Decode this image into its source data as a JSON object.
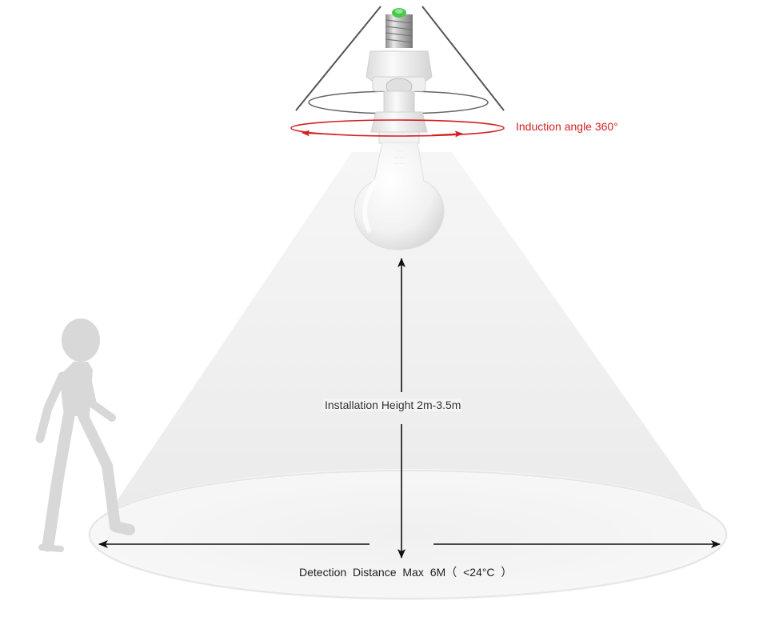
{
  "labels": {
    "induction_angle": "Induction angle 360°",
    "installation_height": "Installation Height 2m-3.5m",
    "detection_distance": "Detection  Distance  Max  6M（ <24°C ）"
  },
  "colors": {
    "accent": "#d42020",
    "text": "#222222",
    "cone": "#ececec",
    "figure": "#d8d8d8"
  }
}
